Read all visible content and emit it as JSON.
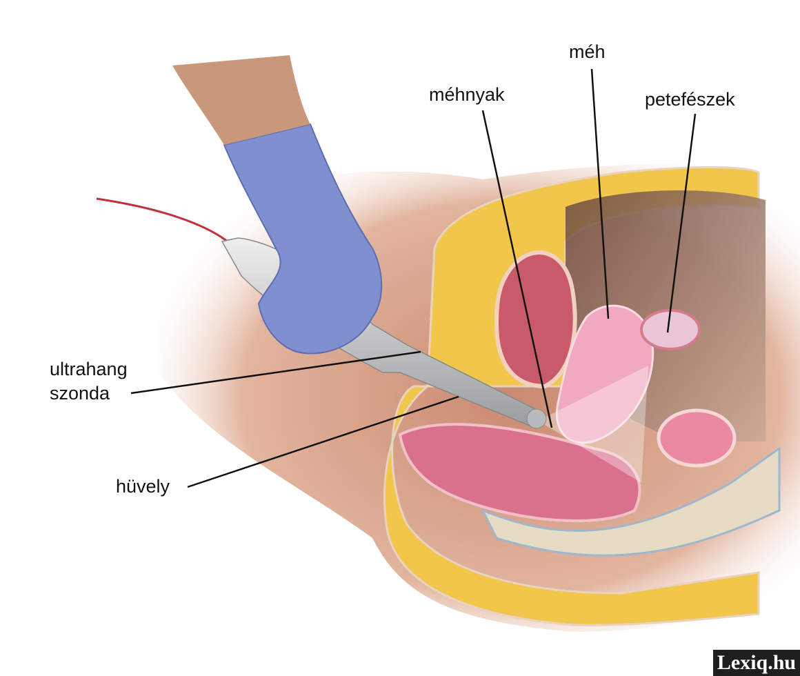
{
  "labels": {
    "uterus": "méh",
    "cervix": "méhnyak",
    "ovary": "petefészek",
    "probe_line1": "ultrahang",
    "probe_line2": "szonda",
    "vagina": "hüvely"
  },
  "watermark": "Lexiq.hu",
  "colors": {
    "skin": "#d9a48a",
    "fat": "#f2c64a",
    "uterus": "#f0a9bf",
    "glove": "#7f8fcf",
    "probe": "#c8cacc"
  }
}
